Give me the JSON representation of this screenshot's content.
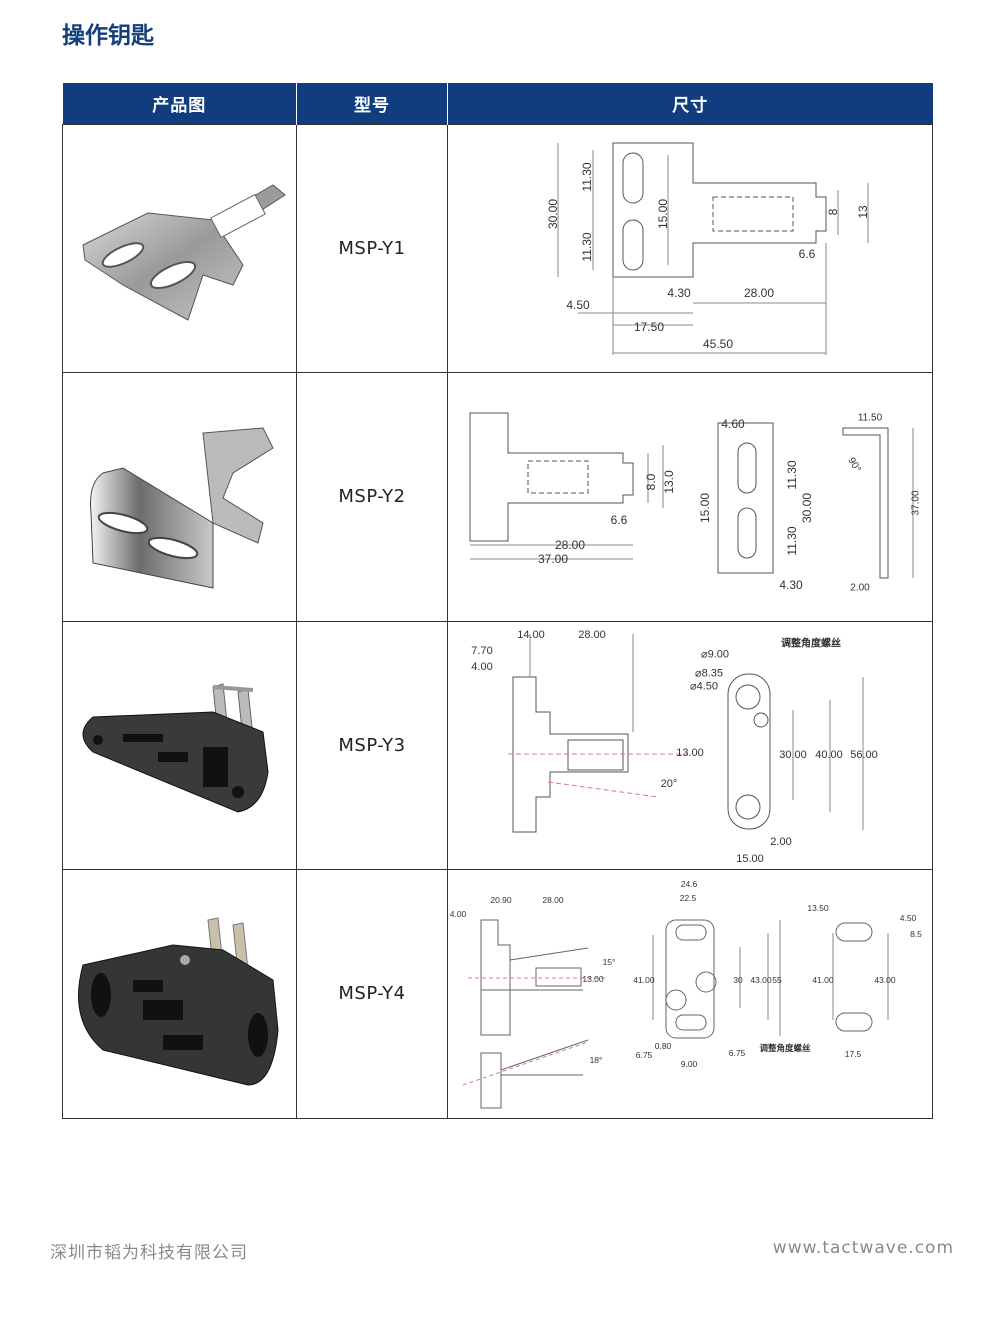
{
  "title": "操作钥匙",
  "table": {
    "headers": [
      "产品图",
      "型号",
      "尺寸"
    ],
    "rows": [
      {
        "model": "MSP-Y1",
        "dims": [
          "11.30",
          "30.00",
          "15.00",
          "11.30",
          "8",
          "13",
          "6.6",
          "4.30",
          "28.00",
          "4.50",
          "17.50",
          "45.50"
        ]
      },
      {
        "model": "MSP-Y2",
        "dims": [
          "8.0",
          "13.0",
          "6.6",
          "28.00",
          "37.00",
          "4.60",
          "11.30",
          "30.00",
          "15.00",
          "11.30",
          "4.30",
          "11.50",
          "90°",
          "37.00",
          "2.00"
        ]
      },
      {
        "model": "MSP-Y3",
        "dims": [
          "14.00",
          "28.00",
          "7.70",
          "4.00",
          "13.00",
          "20°",
          "调整角度螺丝",
          "⌀9.00",
          "⌀8.35",
          "⌀4.50",
          "30.00",
          "40.00",
          "56.00",
          "2.00",
          "15.00"
        ]
      },
      {
        "model": "MSP-Y4",
        "dims": [
          "4.00",
          "20.90",
          "28.00",
          "15°",
          "13.00",
          "18°",
          "24.6",
          "22.5",
          "41.00",
          "30",
          "43.00",
          "55",
          "0.80",
          "6.75",
          "9.00",
          "6.75",
          "调整角度螺丝",
          "13.50",
          "4.50",
          "8.5",
          "41.00",
          "43.00",
          "17.5"
        ]
      }
    ]
  },
  "footer": {
    "company": "深圳市韬为科技有限公司",
    "website": "www.tactwave.com"
  },
  "colors": {
    "header_bg": "#0f3d7e",
    "title": "#143f7c"
  }
}
